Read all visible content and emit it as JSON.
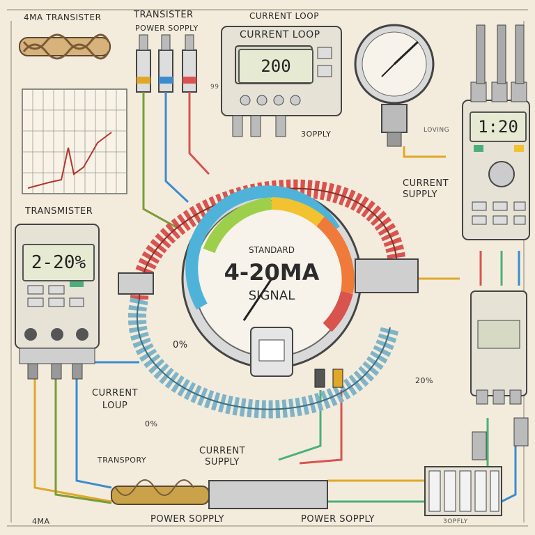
{
  "labels": {
    "top_left_1": "4MA TRANSISTER",
    "top_left_2": "TRANSISTER",
    "power_sopply_top": "POWER SOPPLY",
    "current_loop_top": "CURRENT LOOP",
    "current_loop_box": "CURRENT LOOP",
    "supply_mid": "3OPPLY",
    "transmister": "TRANSMISTER",
    "current_supply_right": "CURRENT\nSUPPLY",
    "current_loop_left": "CURRENT\nLOUP",
    "percent_left": "0%",
    "percent_small": "0%",
    "transpory": "TRANSPORY",
    "current_supply_bottom": "CURRENT\nSUPPLY",
    "power_sopply_bottom_left": "POWER SOPPLY",
    "power_sopply_bottom_right": "POWER SOPPLY",
    "four_ma": "4MA",
    "right_20": "20%",
    "bottom_right_supply": "3OPFLY",
    "small_99": "99",
    "loving": "LOVING"
  },
  "displays": {
    "top_meter": "200",
    "left_meter": "2-20%",
    "right_meter": "1:20"
  },
  "gauge": {
    "line1": "STANDARD",
    "line2": "4-20MA",
    "line3": "SIGNAL"
  },
  "colors": {
    "paper": "#f3ecdc",
    "red_cable": "#d9534f",
    "blue_cable": "#7fb3c7",
    "gold_cable": "#c9a24a"
  }
}
